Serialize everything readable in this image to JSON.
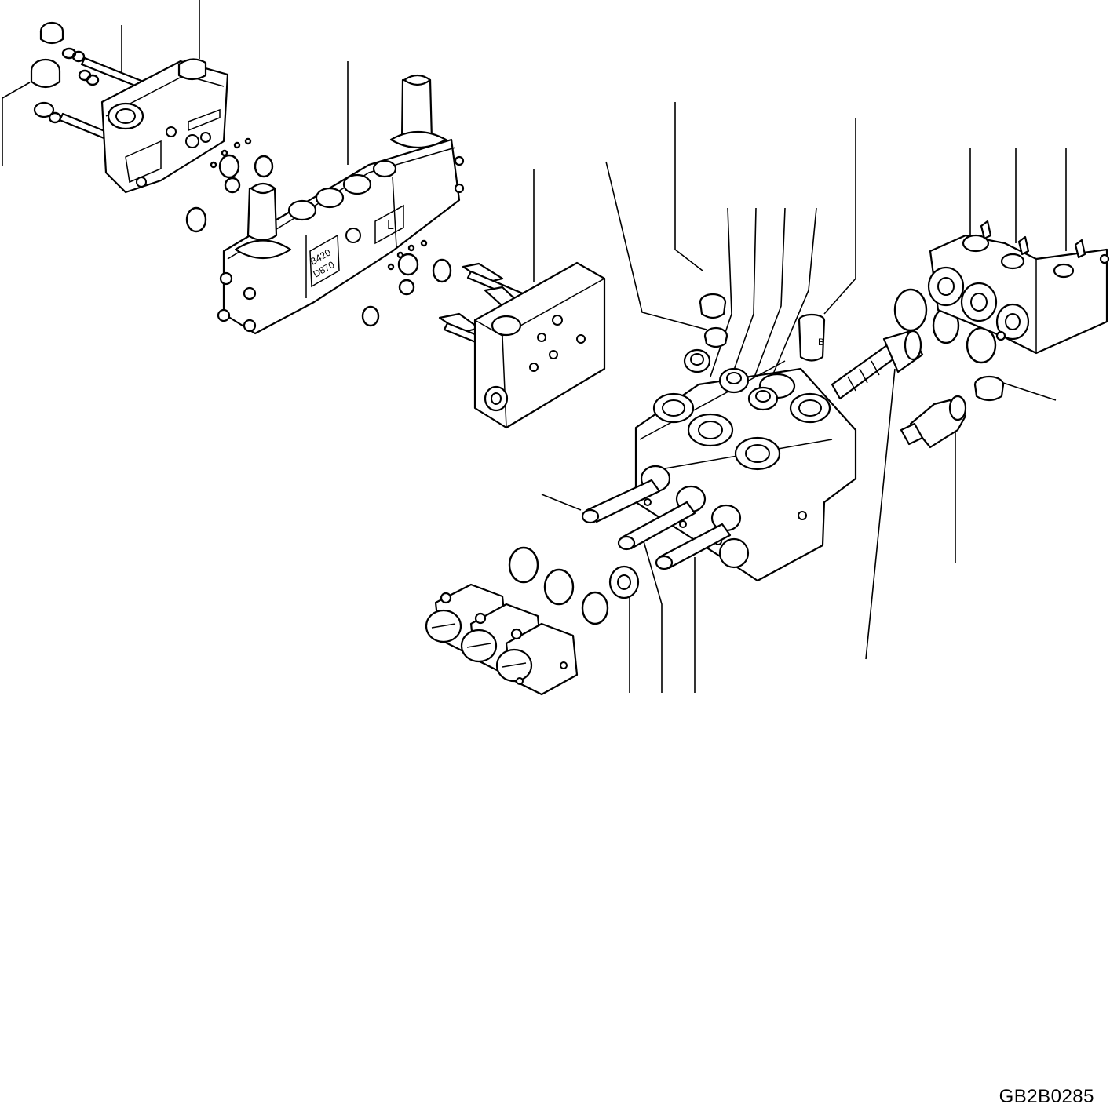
{
  "diagram": {
    "reference_code": "GB2B0285",
    "part_markings": {
      "block_side_letter": "L",
      "valve_stamp_line1": "B420",
      "valve_stamp_line2": "D870",
      "cartridge_letter": "B"
    }
  }
}
